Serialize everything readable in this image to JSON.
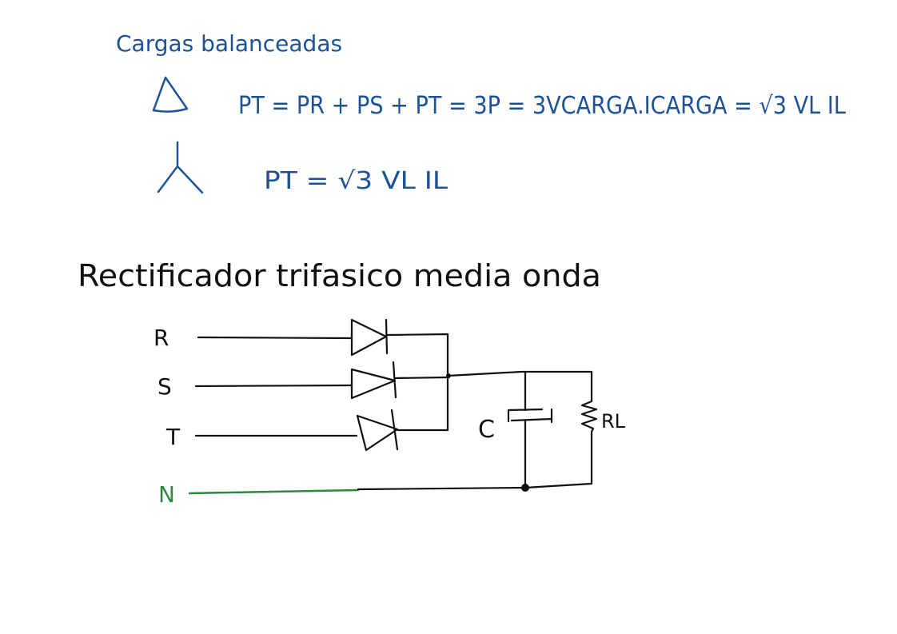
{
  "notes": {
    "heading": "Cargas balanceadas",
    "delta_formula": "PT = PR + PS + PT = 3P = 3VCARGA.ICARGA = √3 VL IL",
    "wye_formula": "PT = √3 VL IL",
    "section_title": "Rectificador trifasico media onda"
  },
  "circuit": {
    "phases": [
      "R",
      "S",
      "T"
    ],
    "neutral": "N",
    "capacitor_label": "C",
    "resistor_label": "RL"
  },
  "colors": {
    "ink_blue": "#1d5396",
    "ink_black": "#111111",
    "ink_green": "#2b8a3e"
  }
}
